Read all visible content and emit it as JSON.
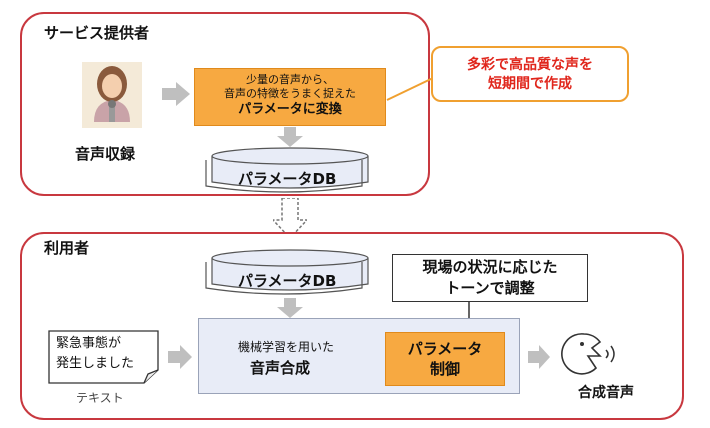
{
  "provider": {
    "title": "サービス提供者",
    "recording_label": "音声収録",
    "process_line1": "少量の音声から、",
    "process_line2": "音声の特徴をうまく捉えた",
    "process_line3": "パラメータに変換",
    "callout_line1": "多彩で高品質な声を",
    "callout_line2": "短期間で作成",
    "db_label": "パラメータDB"
  },
  "user": {
    "title": "利用者",
    "db_label": "パラメータDB",
    "note_line1": "現場の状況に応じた",
    "note_line2": "トーンで調整",
    "doc_line1": "緊急事態が",
    "doc_line2": "発生しました",
    "doc_caption": "テキスト",
    "synth_line1": "機械学習を用いた",
    "synth_line2": "音声合成",
    "control_line1": "パラメータ",
    "control_line2": "制御",
    "output_label": "合成音声"
  },
  "colors": {
    "panel_border": "#c8383f",
    "orange": "#f7a941",
    "callout_text": "#e0261c",
    "db_fill": "#e8ecf7",
    "arrow_gray": "#bfbfbf"
  }
}
